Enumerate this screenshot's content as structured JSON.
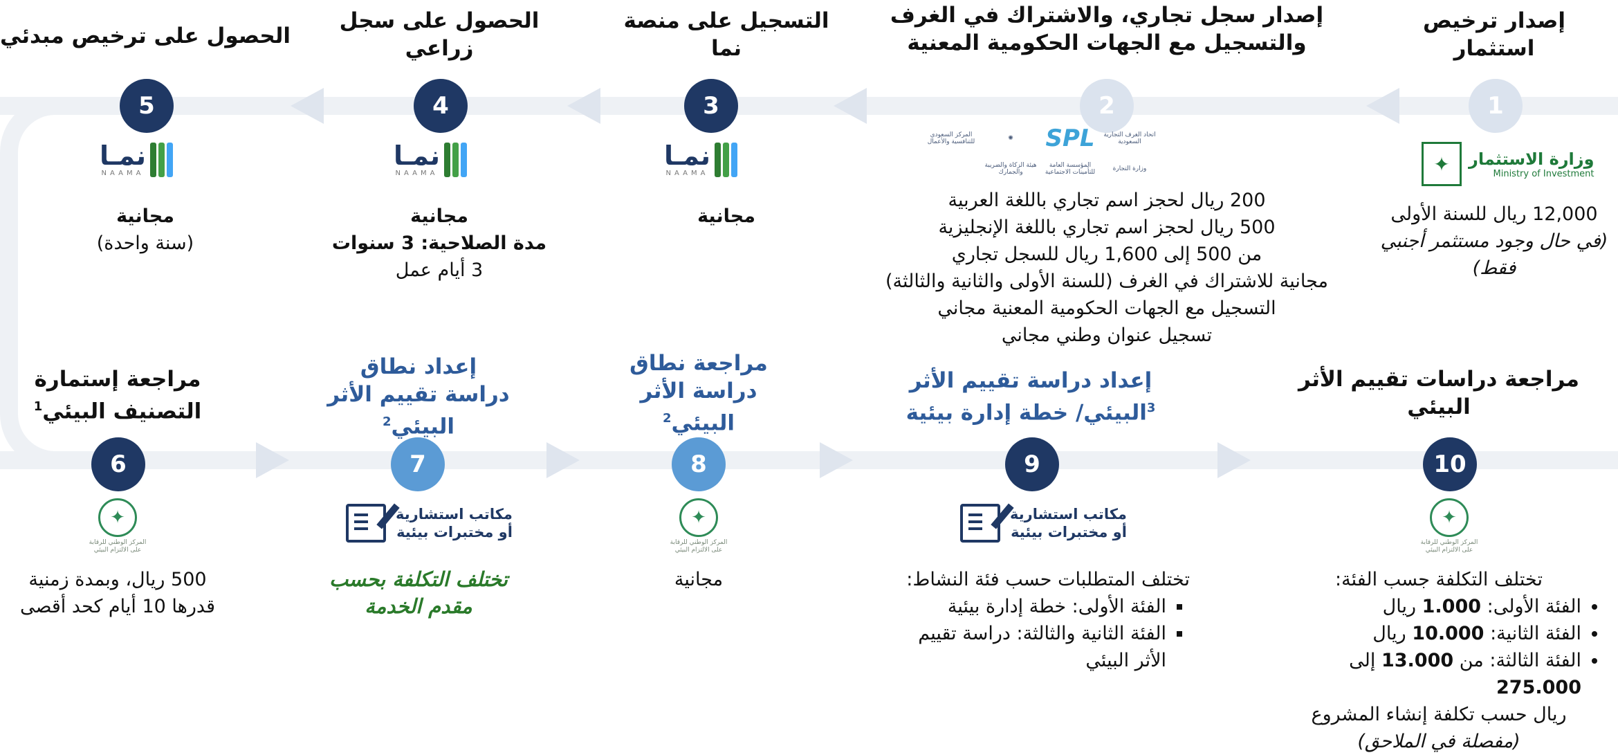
{
  "steps": [
    {
      "num": "5",
      "title": "الحصول على ترخيص مبدئي",
      "logo": "naama-logo",
      "desc": [
        "مجانية",
        "(سنة واحدة)"
      ]
    },
    {
      "num": "4",
      "title_lines": [
        "الحصول على سجل",
        "زراعي"
      ],
      "logo": "naama-logo",
      "desc": [
        "مجانية",
        "مدة الصلاحية: 3 سنوات",
        "3 أيام عمل"
      ]
    },
    {
      "num": "3",
      "title_lines": [
        "التسجيل على منصة",
        "نما"
      ],
      "logo": "naama-logo",
      "desc": [
        "مجانية"
      ]
    },
    {
      "num": "2",
      "title_lines": [
        "إصدار سجل تجاري، والاشتراك في الغرف",
        "والتسجيل مع الجهات الحكومية المعنية"
      ],
      "logo": "gov-logos",
      "desc": [
        "200 ريال لحجز اسم تجاري باللغة العربية",
        "500 ريال لحجز اسم تجاري باللغة الإنجليزية",
        "من 500 إلى 1,600 ريال للسجل تجاري",
        "مجانية للاشتراك في الغرف (للسنة الأولى والثانية والثالثة)",
        "التسجيل مع الجهات الحكومية المعنية مجاني",
        "تسجيل عنوان وطني مجاني"
      ]
    },
    {
      "num": "1",
      "title_lines": [
        "إصدار ترخيص",
        "استثمار"
      ],
      "logo": "ministry-of-investment-logo",
      "desc": [
        "12,000 ريال للسنة الأولى",
        "(في حال وجود مستثمر أجنبي",
        "فقط)"
      ]
    },
    {
      "num": "6",
      "title_lines": [
        "مراجعة إستمارة",
        "التصنيف البيئي"
      ],
      "sup": "1",
      "logo": "ncec-logo",
      "desc": [
        "500 ريال، وبمدة زمنية",
        "قدرها 10 أيام كحد أقصى"
      ]
    },
    {
      "num": "7",
      "title_lines": [
        "إعداد نطاق",
        "دراسة تقييم الأثر",
        "البيئي"
      ],
      "sup": "2",
      "logo": "consultancy-logo",
      "desc": [
        "تختلف التكلفة بحسب",
        "مقدم الخدمة"
      ]
    },
    {
      "num": "8",
      "title_lines": [
        "مراجعة نطاق",
        "دراسة الأثر",
        "البيئي"
      ],
      "sup": "2",
      "logo": "ncec-logo",
      "desc": [
        "مجانية"
      ]
    },
    {
      "num": "9",
      "title_lines": [
        "إعداد دراسة تقييم الأثر",
        "البيئي/ خطة إدارة بيئية"
      ],
      "sup": "3",
      "logo": "consultancy-logo",
      "desc_intro": "تختلف المتطلبات حسب فئة النشاط:",
      "bullets": [
        "الفئة الأولى: خطة إدارة بيئية",
        "الفئة الثانية والثالثة: دراسة تقييم",
        "الأثر البيئي"
      ]
    },
    {
      "num": "10",
      "title_lines": [
        "مراجعة دراسات تقييم الأثر",
        "البيئي"
      ],
      "logo": "ncec-logo",
      "desc_intro": "تختلف التكلفة جسب الفئة:",
      "bullets_rich": [
        {
          "pre": "الفئة الأولى: ",
          "bold": "1.000",
          "post": " ريال"
        },
        {
          "pre": "الفئة الثانية: ",
          "bold": "10.000",
          "post": " ريال"
        },
        {
          "pre": "الفئة الثالثة: من ",
          "bold": "13.000",
          "mid": " إلى ",
          "bold2": "275.000"
        }
      ],
      "desc_tail": [
        "ريال حسب تكلفة إنشاء المشروع",
        "(مفصلة في الملاحق)"
      ]
    }
  ],
  "logos": {
    "naama_ar": "نمـا",
    "naama_en": "NAAMA",
    "moi_ar": "وزارة الاستثمار",
    "moi_en": "Ministry of Investment",
    "ncec_text": "المركز الوطني للرقابة على الالتزام البيئي",
    "consult_line1": "مكاتب استشارية",
    "consult_line2": "أو مختبرات بيئية",
    "gov_items": [
      "اتحاد الغرف التجارية السعودية",
      "سبل",
      "",
      "المركز السعودي للتنافسية والأعمال",
      "وزارة التجارة",
      "المؤسسة العامة للتأمينات الاجتماعية",
      "هيئة الزكاة والضريبة والجمارك",
      ""
    ],
    "spl": "SPL"
  },
  "colors": {
    "dark": "#1f3864",
    "light": "#dbe3ee",
    "mid": "#5b9bd5",
    "green": "#2a7a2a",
    "blueTitle": "#2e5b9a"
  }
}
